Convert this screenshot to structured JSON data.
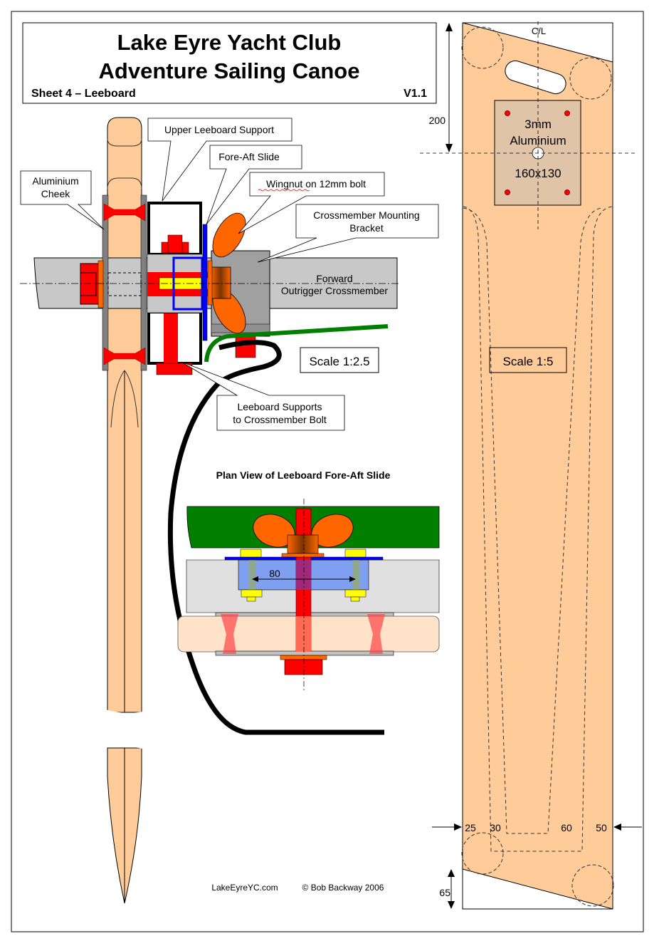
{
  "title_block": {
    "line1": "Lake Eyre Yacht Club",
    "line2": "Adventure Sailing Canoe",
    "sheet": "Sheet 4 – Leeboard",
    "version": "V1.1"
  },
  "callouts": {
    "aluminium_cheek_1": "Aluminium",
    "aluminium_cheek_2": "Cheek",
    "upper_support": "Upper Leeboard Support",
    "fore_aft_slide": "Fore-Aft Slide",
    "wingnut": "Wingnut on 12mm bolt",
    "crossmember_bracket_1": "Crossmember Mounting",
    "crossmember_bracket_2": "Bracket",
    "crossmember_label_1": "Forward",
    "crossmember_label_2": "Outrigger Crossmember",
    "supports_bolt_1": "Leeboard Supports",
    "supports_bolt_2": "to Crossmember Bolt"
  },
  "scales": {
    "section": "Scale 1:2.5",
    "leeboard": "Scale 1:5"
  },
  "plan_view": {
    "title": "Plan View of Leeboard Fore-Aft Slide",
    "dimension": "80"
  },
  "leeboard_profile": {
    "centerline": "C/L",
    "dim_top": "200",
    "dim_bottom": "65",
    "plate_1": "3mm",
    "plate_2": "Aluminium",
    "plate_3": "160x130",
    "widths": [
      "25",
      "30",
      "60",
      "50"
    ]
  },
  "footer": {
    "website": "LakeEyreYC.com",
    "copyright": "© Bob Backway 2006"
  },
  "colors": {
    "wood": "#FFCC99",
    "red": "#FF0000",
    "orange": "#FF6600",
    "blue": "#0000FF",
    "green": "#007F00",
    "yellow": "#FFFF00",
    "grey": "#C0C0C0",
    "dark_grey": "#808080"
  }
}
